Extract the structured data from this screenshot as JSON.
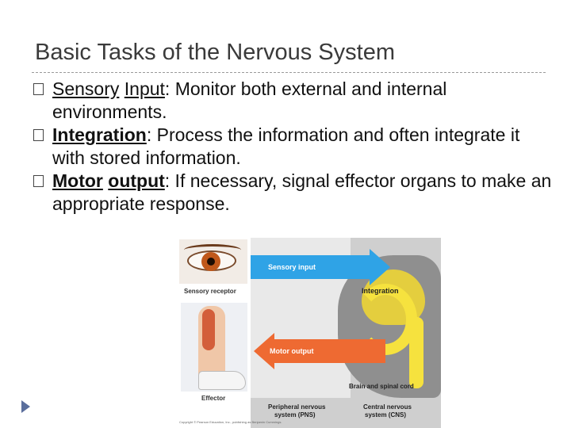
{
  "slide": {
    "title": "Basic Tasks of the Nervous System",
    "bullets": [
      {
        "term_a": "Sensory",
        "term_b": "Input",
        "suffix": ":",
        "text": "  Monitor both external and internal environments."
      },
      {
        "term_a": "Integration",
        "term_b": "",
        "suffix": ":",
        "text": " Process the information and often integrate it with stored information."
      },
      {
        "term_a": "Motor",
        "term_b": "output",
        "suffix": ":",
        "text": " If necessary, signal effector organs to make an appropriate response."
      }
    ]
  },
  "figure": {
    "sensory_input": "Sensory input",
    "sensory_receptor": "Sensory receptor",
    "integration": "Integration",
    "motor_output": "Motor output",
    "effector": "Effector",
    "brain_spinal": "Brain and spinal cord",
    "pns_line1": "Peripheral nervous",
    "pns_line2": "system (PNS)",
    "cns_line1": "Central nervous",
    "cns_line2": "system (CNS)",
    "copyright": "Copyright © Pearson Education, Inc., publishing as Benjamin Cummings.",
    "colors": {
      "sensory_arrow": "#2fa3e6",
      "motor_arrow": "#ee6a32",
      "integration_loop": "#f6e23e"
    }
  },
  "icons": {
    "bullet": "square-bullet-icon",
    "nav": "slide-nav-arrow-icon"
  }
}
